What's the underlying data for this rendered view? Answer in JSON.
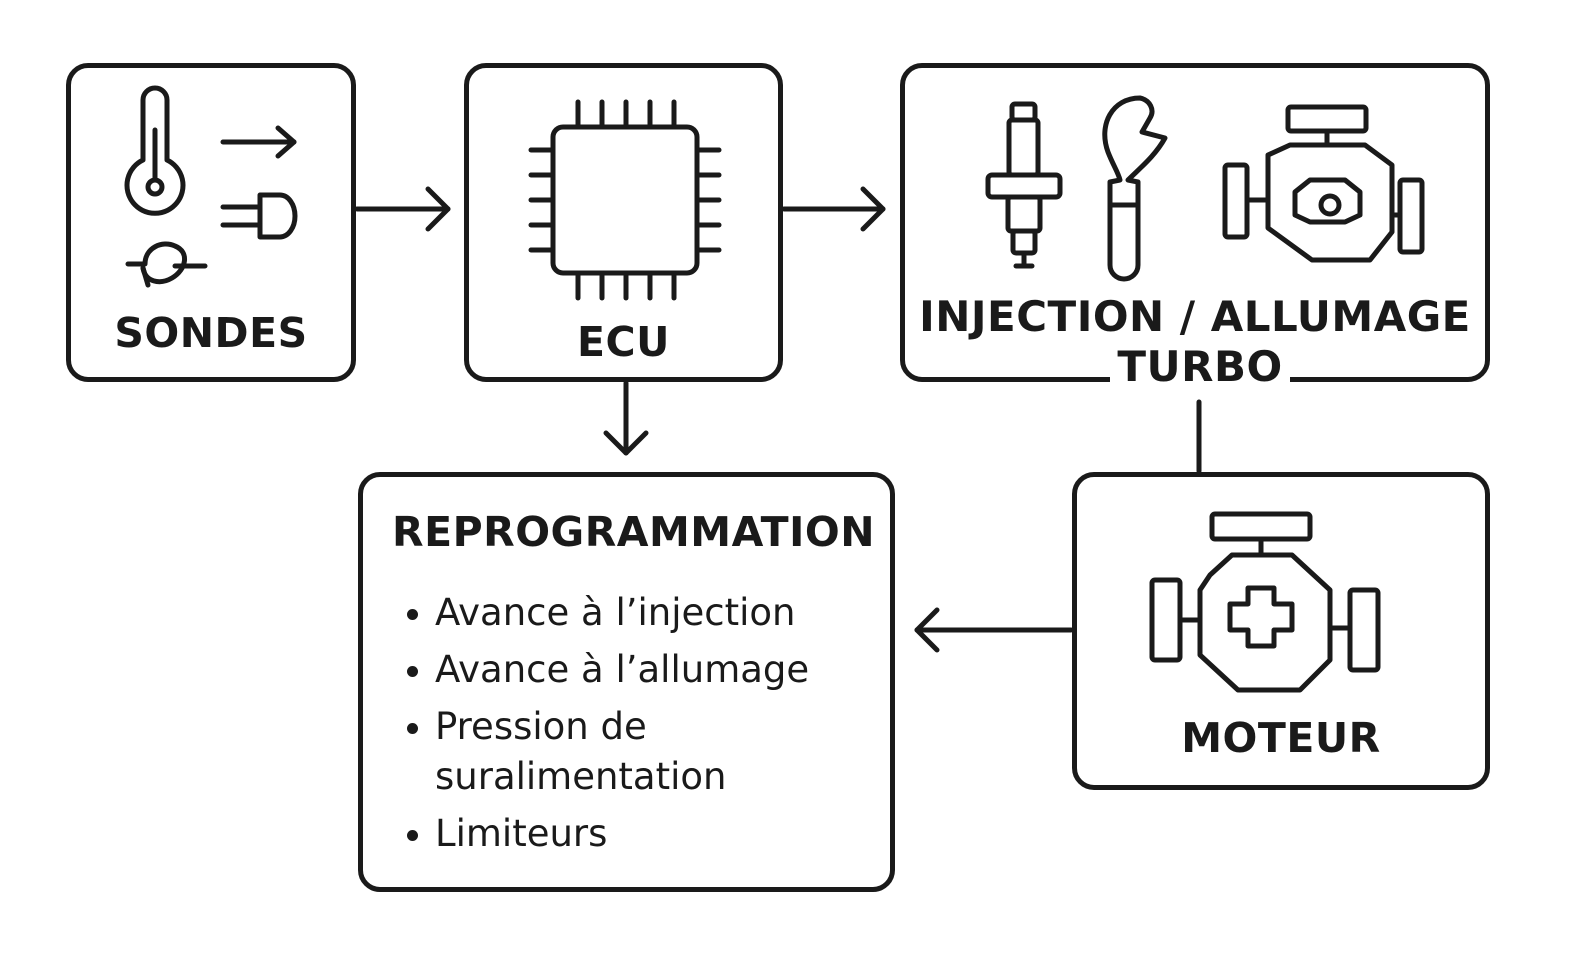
{
  "nodes": {
    "sondes": {
      "label": "SONDES"
    },
    "ecu": {
      "label": "ECU"
    },
    "injection": {
      "label": "INJECTION / ALLUMAGE",
      "sublabel": "TURBO"
    },
    "moteur": {
      "label": "MOTEUR"
    },
    "reprogrammation": {
      "title": "REPROGRAMMATION",
      "items": [
        "Avance à l’injection",
        "Avance à l’allumage",
        "Pression de suralimentation",
        "Limiteurs"
      ]
    }
  },
  "icons": {
    "sondes": [
      "thermometer-icon",
      "arrow-right-icon",
      "plug-icon",
      "sensor-probe-icon"
    ],
    "ecu": [
      "chip-icon"
    ],
    "injection": [
      "spark-plug-icon",
      "wrench-icon",
      "engine-icon"
    ],
    "moteur": [
      "engine-icon"
    ]
  },
  "edges": [
    {
      "from": "sondes",
      "to": "ecu"
    },
    {
      "from": "ecu",
      "to": "injection"
    },
    {
      "from": "ecu",
      "to": "reprogrammation"
    },
    {
      "from": "injection",
      "to": "moteur"
    },
    {
      "from": "moteur",
      "to": "reprogrammation"
    }
  ],
  "colors": {
    "stroke": "#1a1a1a",
    "background": "#ffffff"
  }
}
